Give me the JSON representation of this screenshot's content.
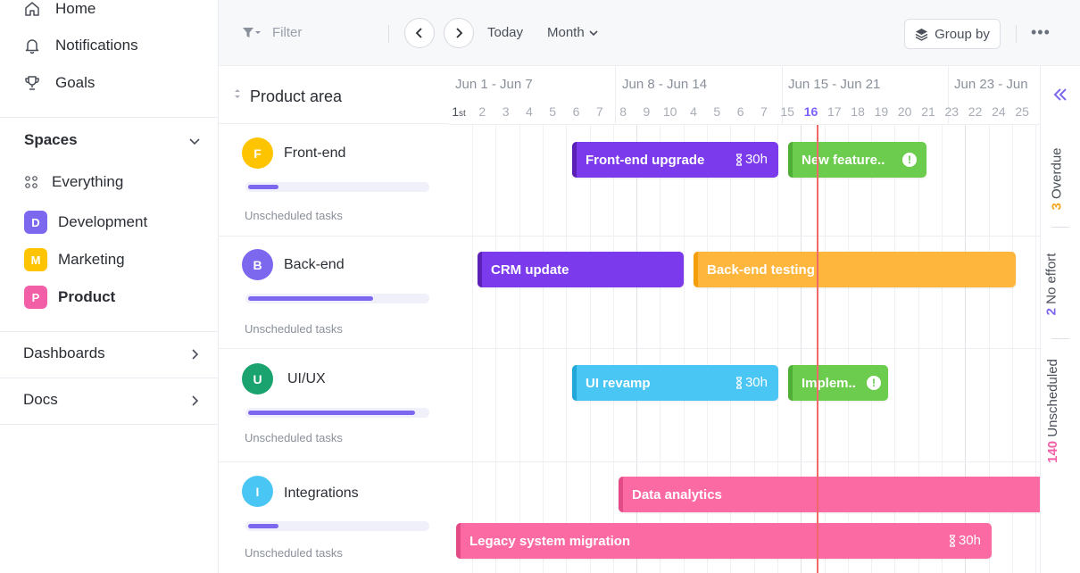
{
  "sidebar": {
    "nav": [
      {
        "label": "Home",
        "icon": "home-icon"
      },
      {
        "label": "Notifications",
        "icon": "bell-icon"
      },
      {
        "label": "Goals",
        "icon": "trophy-icon"
      }
    ],
    "spaces_title": "Spaces",
    "spaces": [
      {
        "label": "Everything",
        "badge": "",
        "color": ""
      },
      {
        "label": "Development",
        "badge": "D",
        "color": "#7b68ee"
      },
      {
        "label": "Marketing",
        "badge": "M",
        "color": "#ffc400"
      },
      {
        "label": "Product",
        "badge": "P",
        "color": "#f25fa7"
      }
    ],
    "sections": [
      {
        "label": "Dashboards"
      },
      {
        "label": "Docs"
      }
    ]
  },
  "toolbar": {
    "filter_placeholder": "Filter",
    "today_label": "Today",
    "view_label": "Month",
    "group_by_label": "Group by",
    "more_label": "•••"
  },
  "timeline": {
    "left_header": "Product area",
    "weeks": [
      "Jun 1 - Jun 7",
      "Jun 8 - Jun 14",
      "Jun 15 - Jun 21",
      "Jun 23 - Jun"
    ],
    "days": [
      "1st",
      "2",
      "3",
      "4",
      "5",
      "6",
      "7",
      "8",
      "9",
      "10",
      "4",
      "5",
      "6",
      "7",
      "15",
      "16",
      "17",
      "18",
      "19",
      "20",
      "21",
      "23",
      "22",
      "24",
      "25"
    ],
    "today_day": "16",
    "groups": [
      {
        "avatar": "F",
        "name": "Front-end",
        "color": "#ffc400",
        "progress": 0.17,
        "unscheduled": "Unscheduled tasks"
      },
      {
        "avatar": "B",
        "name": "Back-end",
        "color": "#7b68ee",
        "progress": 0.68,
        "unscheduled": "Unscheduled tasks"
      },
      {
        "avatar": "U",
        "name": "UI/UX",
        "color": "#1aa36f",
        "progress": 0.91,
        "unscheduled": "Unscheduled tasks"
      },
      {
        "avatar": "I",
        "name": "Integrations",
        "color": "#49c6f3",
        "progress": 0.17,
        "unscheduled": "Unscheduled tasks"
      }
    ],
    "tasks": [
      {
        "label": "Front-end upgrade",
        "estimate": "30h",
        "color": "#7c3aed"
      },
      {
        "label": "New feature..",
        "color": "#6ccc4d"
      },
      {
        "label": "CRM update",
        "color": "#7c3aed"
      },
      {
        "label": "Back-end testing",
        "color": "#ffb63c"
      },
      {
        "label": "UI revamp",
        "estimate": "30h",
        "color": "#49c6f3"
      },
      {
        "label": "Implem..",
        "color": "#6ccc4d"
      },
      {
        "label": "Data analytics",
        "color": "#fb6aa3"
      },
      {
        "label": "Legacy system migration",
        "estimate": "30h",
        "color": "#fb6aa3"
      }
    ]
  },
  "rail": {
    "overdue_count": "3",
    "overdue_label": "Overdue",
    "noeffort_count": "2",
    "noeffort_label": "No effort",
    "unscheduled_count": "140",
    "unscheduled_label": "Unscheduled",
    "overdue_color": "#f5a623",
    "noeffort_color": "#7b68ee",
    "unscheduled_color": "#f25fa7"
  }
}
